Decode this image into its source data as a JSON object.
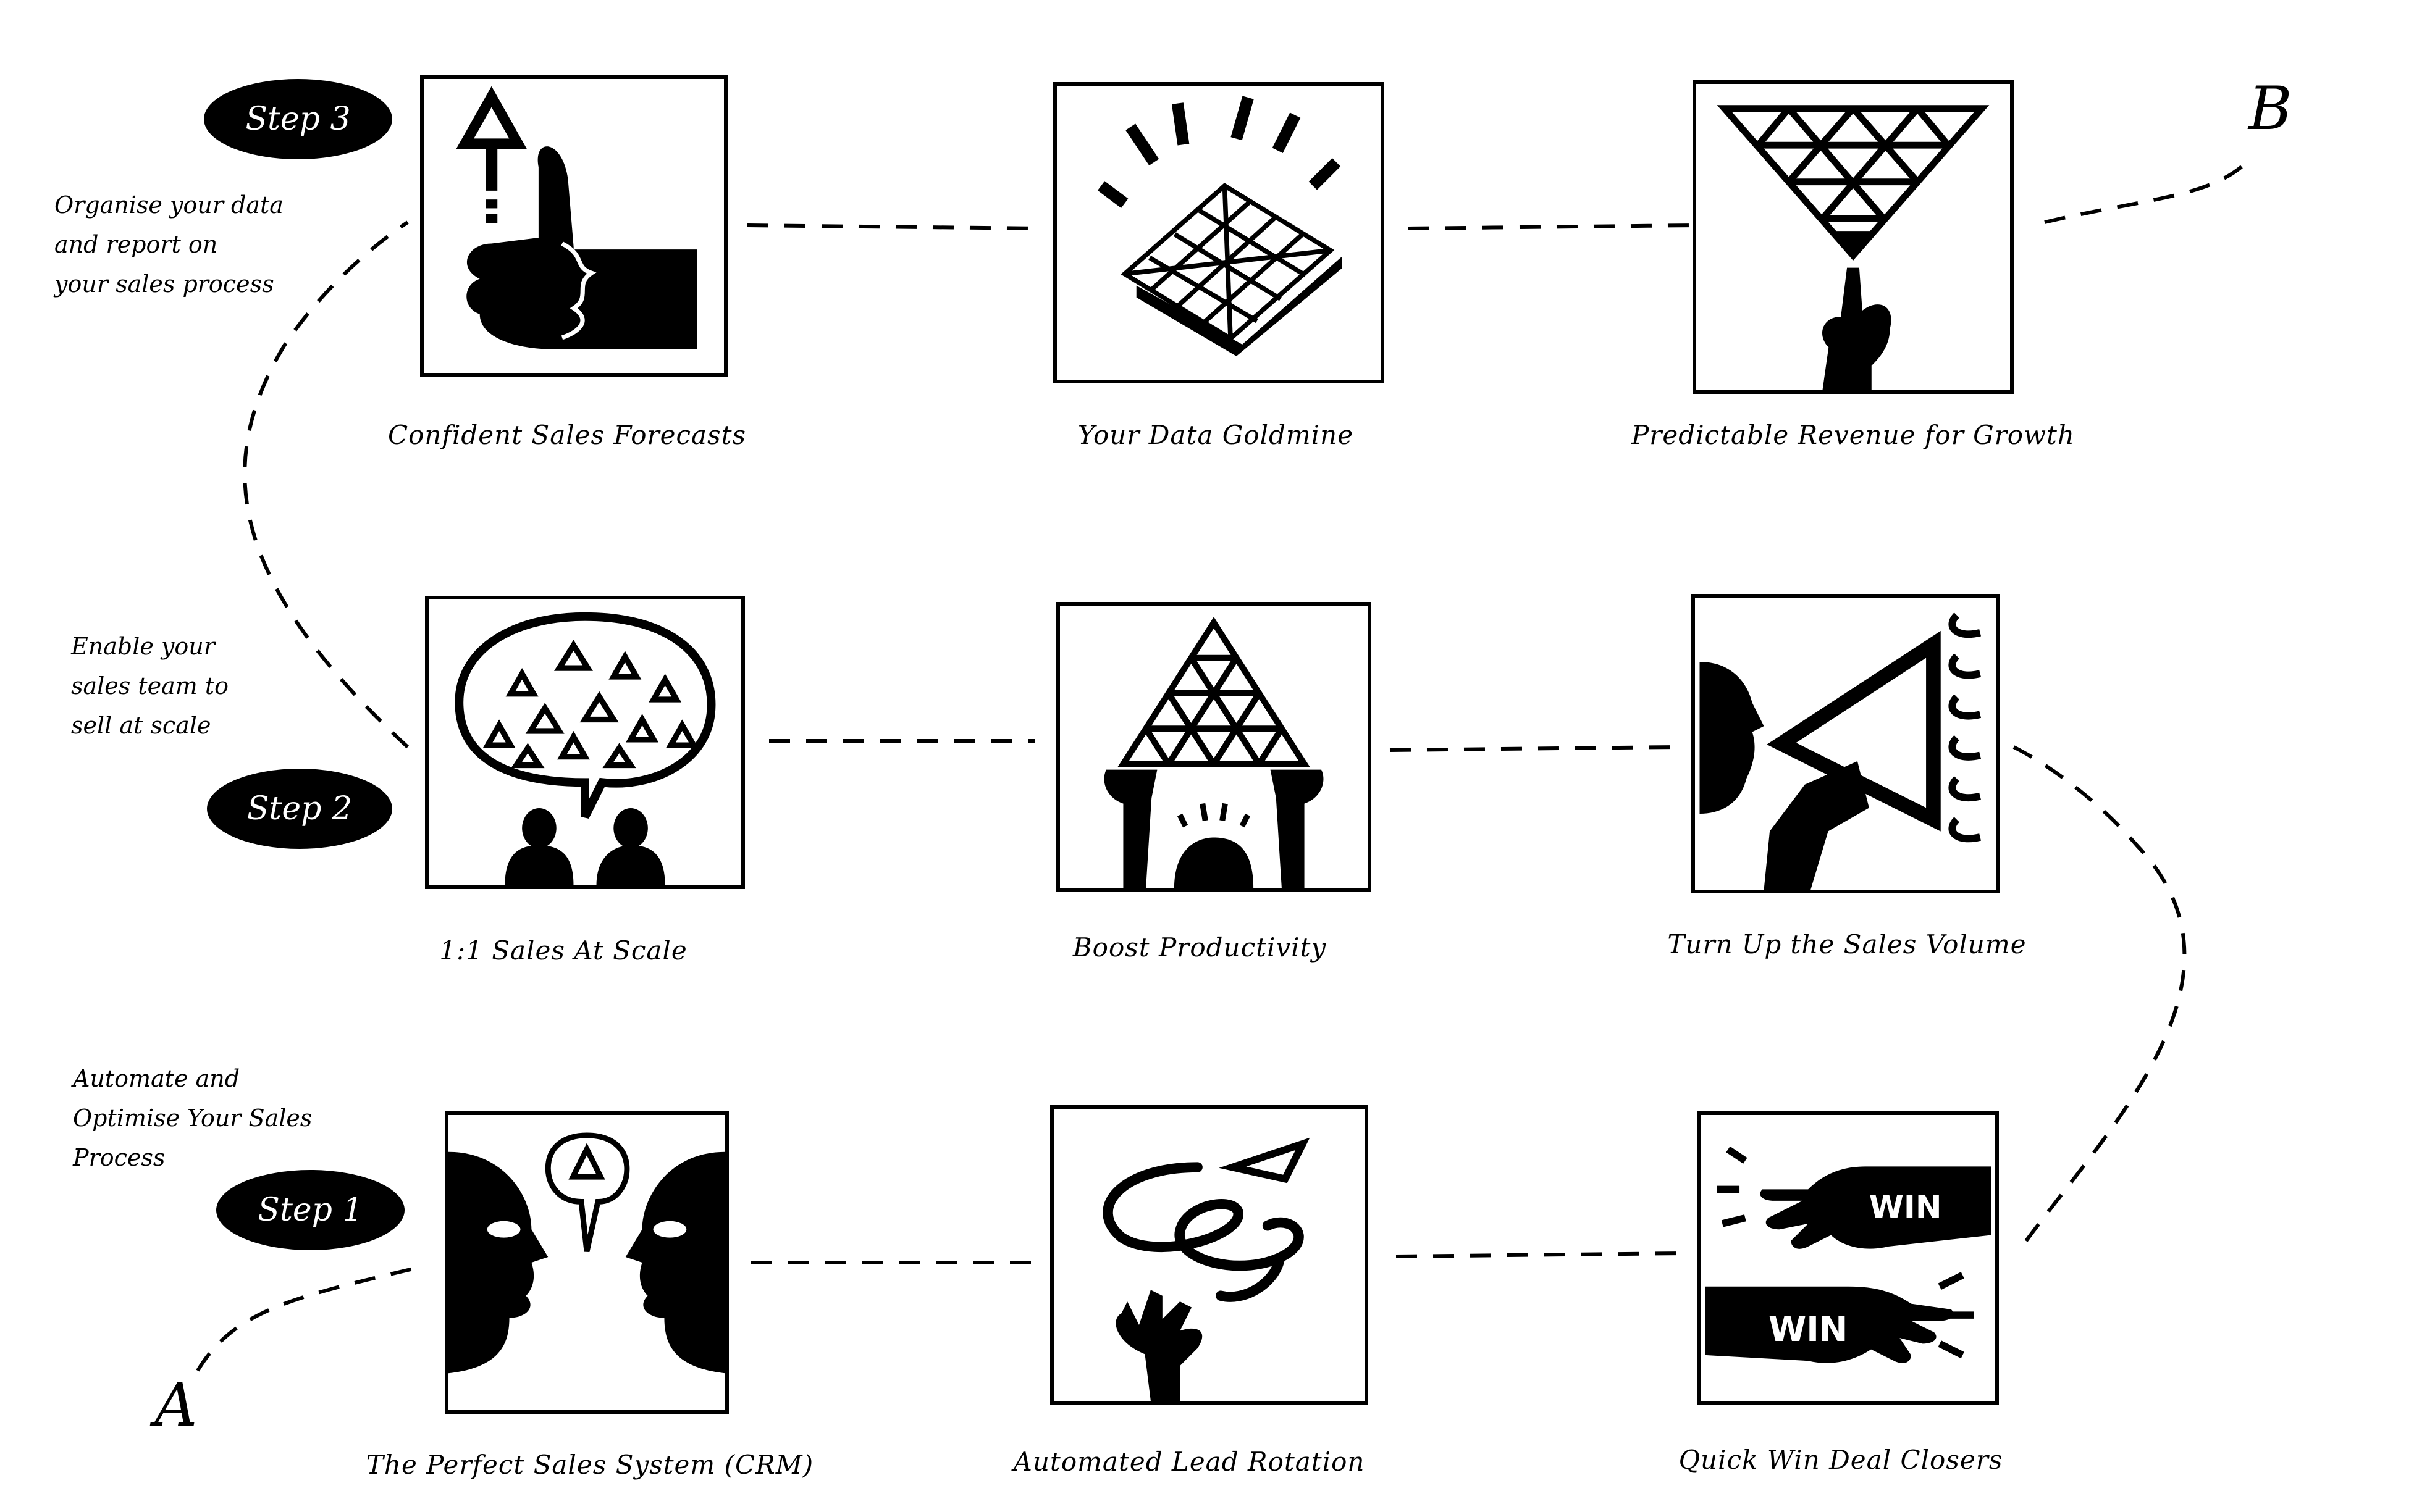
{
  "endpoints": {
    "start": "A",
    "end": "B"
  },
  "steps": [
    {
      "badge": "Step 1",
      "note": [
        "Automate and",
        "Optimise Your Sales",
        "Process"
      ]
    },
    {
      "badge": "Step 2",
      "note": [
        "Enable your",
        "sales team to",
        "sell at scale"
      ]
    },
    {
      "badge": "Step 3",
      "note": [
        "Organise your data",
        "and report on",
        "your sales process"
      ]
    }
  ],
  "tiles": {
    "row1": [
      {
        "caption": "The Perfect Sales System (CRM)",
        "icon": "two-faces-speech-icon"
      },
      {
        "caption": "Automated Lead Rotation",
        "icon": "hand-spiral-icon"
      },
      {
        "caption": "Quick Win Deal Closers",
        "icon": "win-hands-icon"
      }
    ],
    "row2": [
      {
        "caption": "1:1 Sales At Scale",
        "icon": "conversation-bubble-icon"
      },
      {
        "caption": "Boost Productivity",
        "icon": "lifting-pyramid-icon"
      },
      {
        "caption": "Turn Up the Sales Volume",
        "icon": "megaphone-icon"
      }
    ],
    "row3": [
      {
        "caption": "Confident Sales Forecasts",
        "icon": "thumbs-up-arrow-icon"
      },
      {
        "caption": "Your Data Goldmine",
        "icon": "pyramid-grid-icon"
      },
      {
        "caption": "Predictable Revenue for Growth",
        "icon": "inverted-pyramid-finger-icon"
      }
    ]
  },
  "icons": {
    "win_label": "WIN"
  },
  "colors": {
    "ink": "#000000",
    "paper": "#ffffff"
  }
}
